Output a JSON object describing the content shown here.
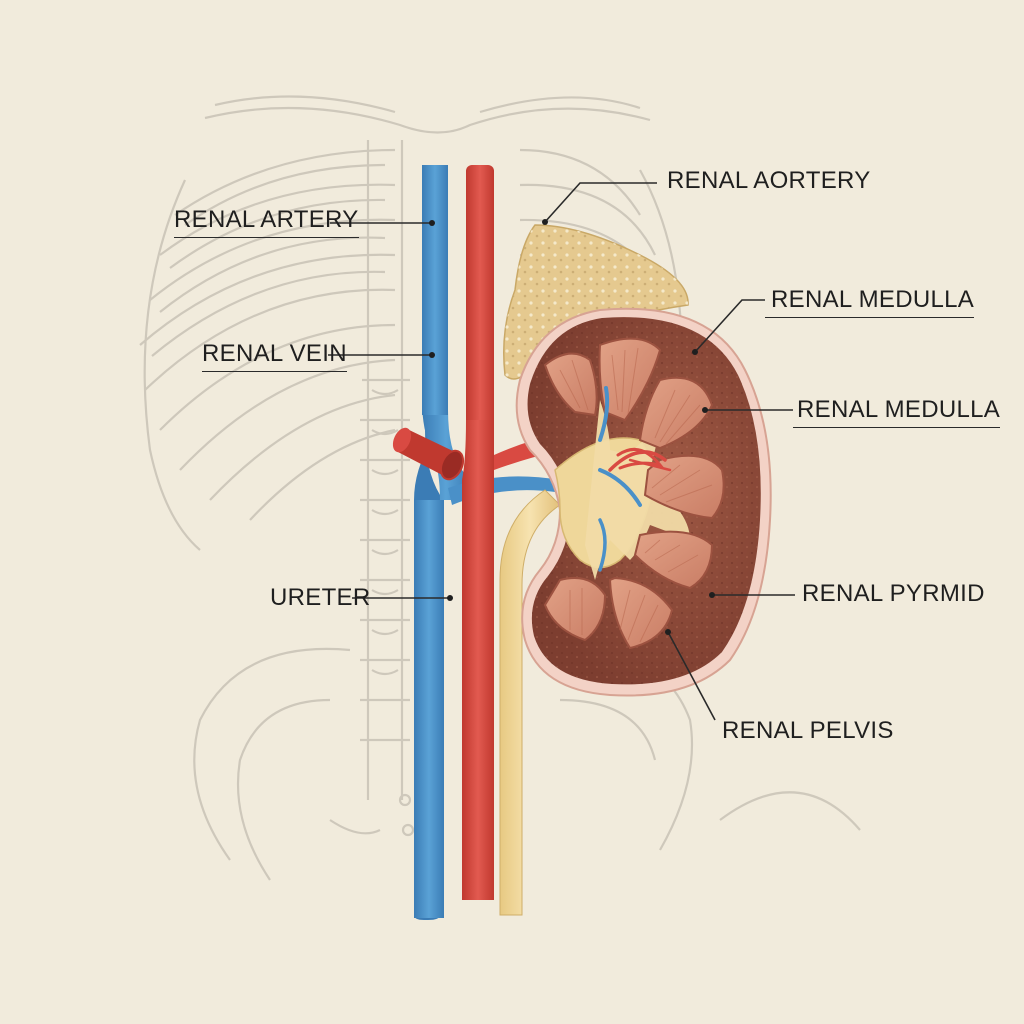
{
  "labels": {
    "renal_artery": "RENAL ARTERY",
    "renal_vein": "RENAL VEIN",
    "ureter": "URETER",
    "renal_aortery": "RENAL AORTERY",
    "renal_medulla_1": "RENAL MEDULLA",
    "renal_medulla_2": "RENAL MEDULLA",
    "renal_pyrmid": "RENAL PYRMID",
    "renal_pelvis": "RENAL PELVIS"
  },
  "colors": {
    "background": "#f1ebdc",
    "vein": "#4a90c8",
    "artery": "#d94a42",
    "ureter": "#efd79a",
    "cortex": "#8e4a3a",
    "pyramid": "#d9957c",
    "adrenal": "#e8cf9a",
    "skeleton": "#c9c3b6"
  }
}
